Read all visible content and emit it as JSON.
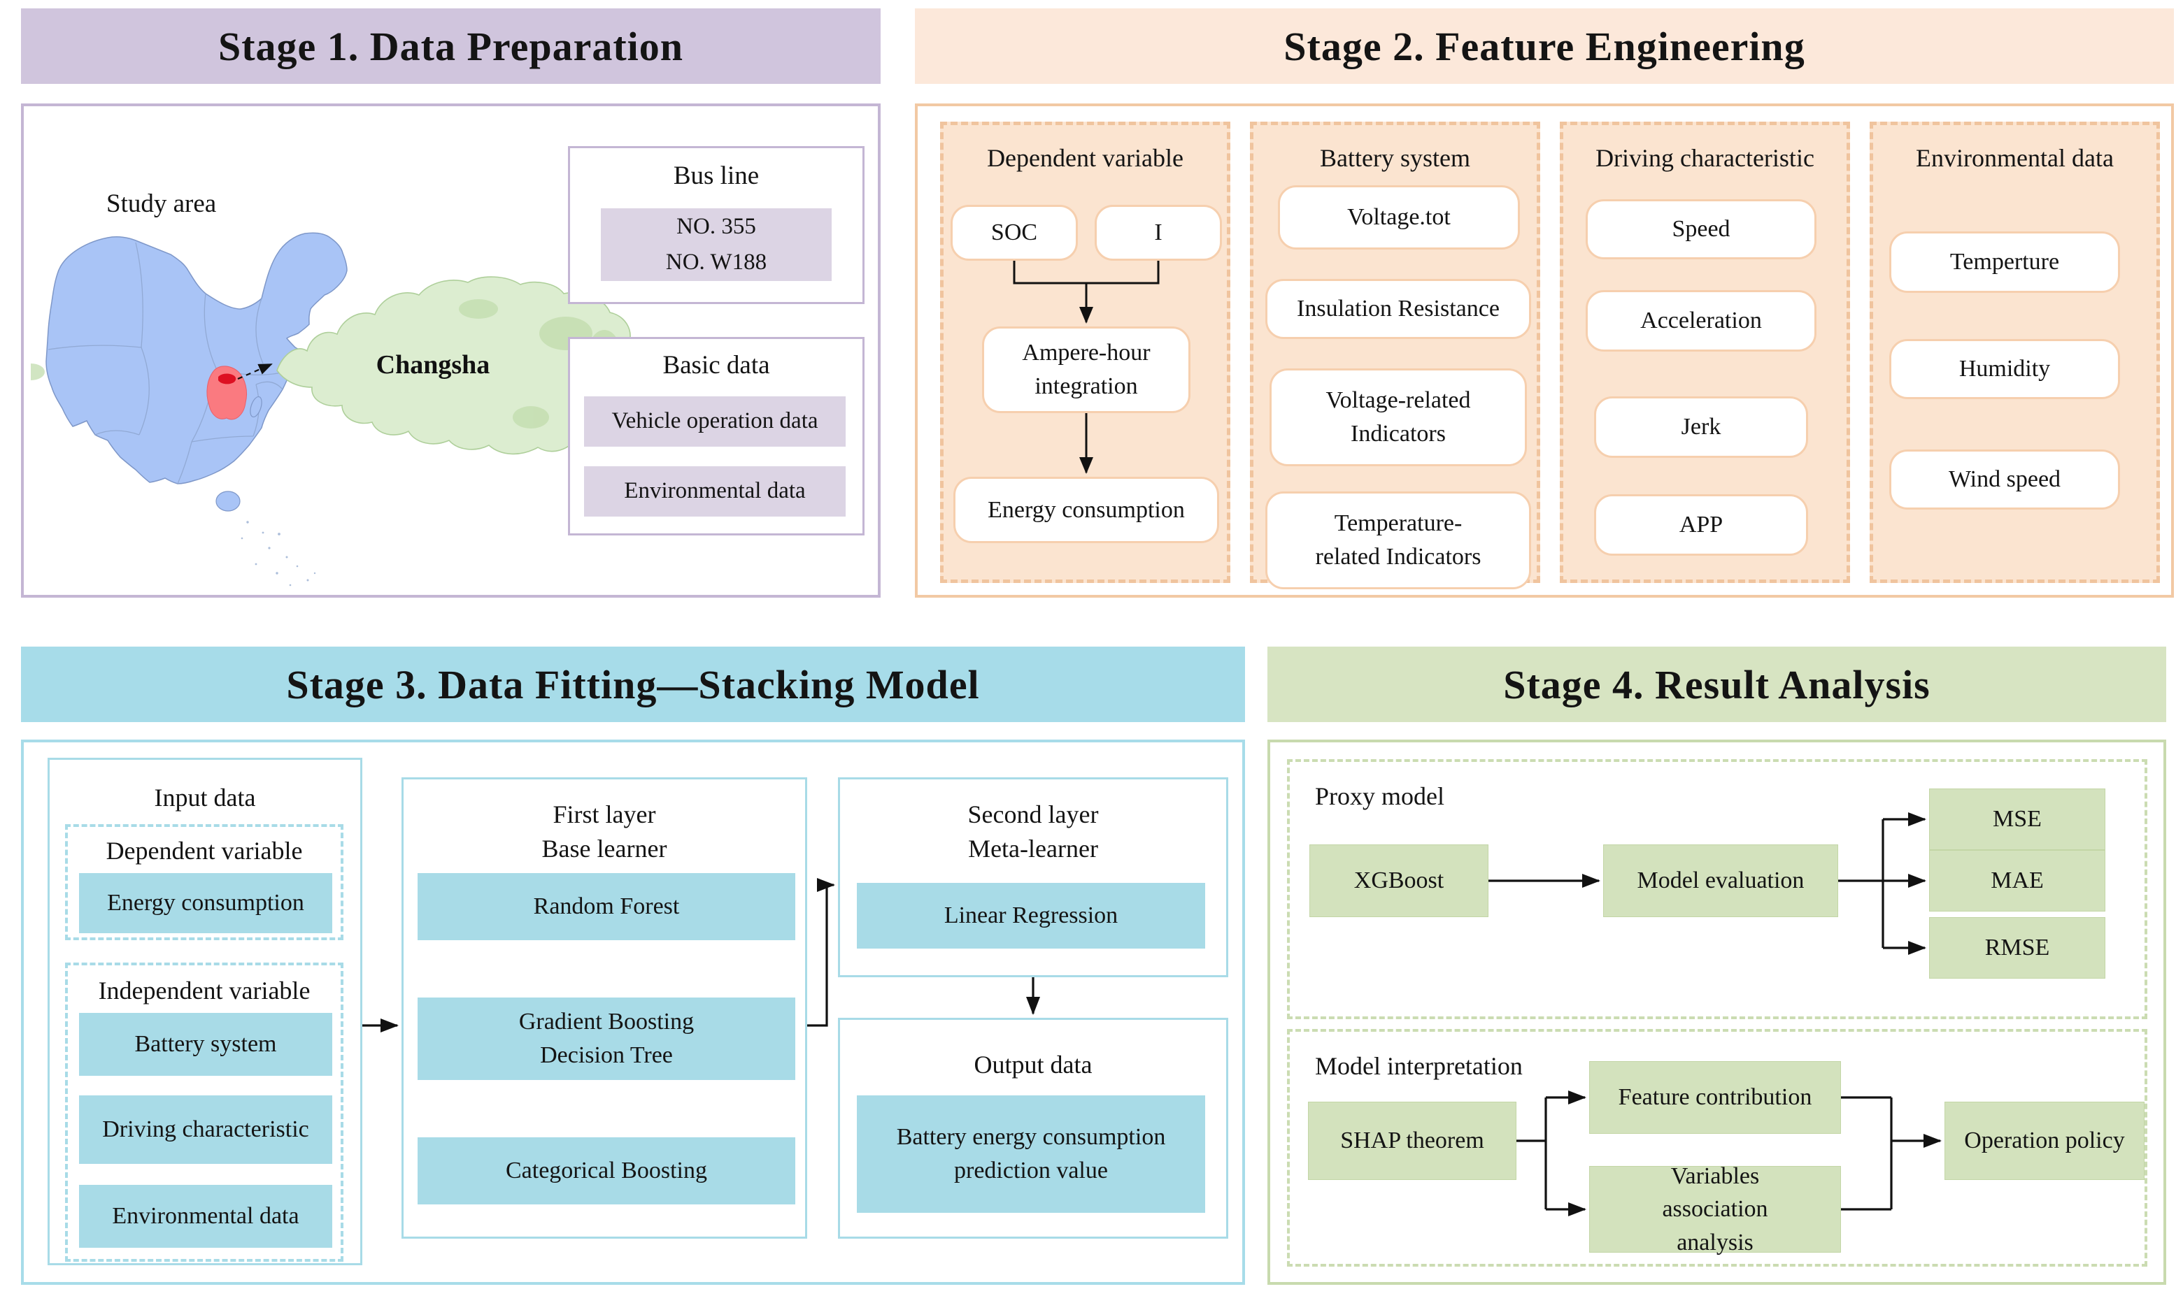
{
  "stage1": {
    "title": "Stage 1. Data Preparation",
    "study_area_label": "Study area",
    "map": {
      "changsha_label": "Changsha"
    },
    "bus_line": {
      "title": "Bus line",
      "value_line1": "NO. 355",
      "value_line2": "NO. W188"
    },
    "basic_data": {
      "title": "Basic data",
      "items": [
        "Vehicle operation data",
        "Environmental data"
      ]
    }
  },
  "stage2": {
    "title": "Stage 2. Feature Engineering",
    "columns": [
      {
        "title": "Dependent variable",
        "soc": "SOC",
        "current": "I",
        "ampere": "Ampere-hour integration",
        "energy": "Energy consumption"
      },
      {
        "title": "Battery system",
        "items": [
          "Voltage.tot",
          "Insulation Resistance",
          "Voltage-related Indicators",
          "Temperature-related Indicators"
        ]
      },
      {
        "title": "Driving characteristic",
        "items": [
          "Speed",
          "Acceleration",
          "Jerk",
          "APP"
        ]
      },
      {
        "title": "Environmental data",
        "items": [
          "Temperture",
          "Humidity",
          "Wind speed"
        ]
      }
    ]
  },
  "stage3": {
    "title": "Stage 3. Data Fitting—Stacking Model",
    "input": {
      "title": "Input data",
      "dependent": {
        "title": "Dependent variable",
        "item": "Energy consumption"
      },
      "independent": {
        "title": "Independent variable",
        "items": [
          "Battery system",
          "Driving characteristic",
          "Environmental data"
        ]
      }
    },
    "first_layer": {
      "title_line1": "First layer",
      "title_line2": "Base learner",
      "items": [
        "Random Forest",
        "Gradient Boosting Decision Tree",
        "Categorical Boosting"
      ]
    },
    "second_layer": {
      "title_line1": "Second layer",
      "title_line2": "Meta-learner",
      "item": "Linear Regression"
    },
    "output": {
      "title": "Output data",
      "item": "Battery energy consumption prediction value"
    }
  },
  "stage4": {
    "title": "Stage 4. Result Analysis",
    "proxy": {
      "label": "Proxy model",
      "model": "XGBoost",
      "evaluation": "Model evaluation",
      "metrics": [
        "MSE",
        "MAE",
        "RMSE"
      ]
    },
    "interpretation": {
      "label": "Model interpretation",
      "theorem": "SHAP theorem",
      "branch1": "Feature contribution",
      "branch2": "Variables association analysis",
      "outcome": "Operation policy"
    }
  },
  "colors": {
    "stage1_header": "#d0c5dd",
    "stage1_border": "#c4b6d4",
    "stage1_fill": "#dcd4e4",
    "stage2_header": "#fce8da",
    "stage2_fill": "#fbe4d0",
    "stage2_dash": "#f0c49e",
    "stage2_box_border": "#f6cfae",
    "stage3_header": "#a7dce9",
    "stage3_fill": "#a8dbe7",
    "stage4_header": "#d7e4c2",
    "stage4_fill": "#d3e2bd",
    "stage4_dash": "#cbdcb2",
    "map_china": "#a9c4f6",
    "map_highlight": "#fa7a80",
    "map_city": "#dd1022",
    "map_changsha": "#dcedd0",
    "connector": "#111111"
  }
}
